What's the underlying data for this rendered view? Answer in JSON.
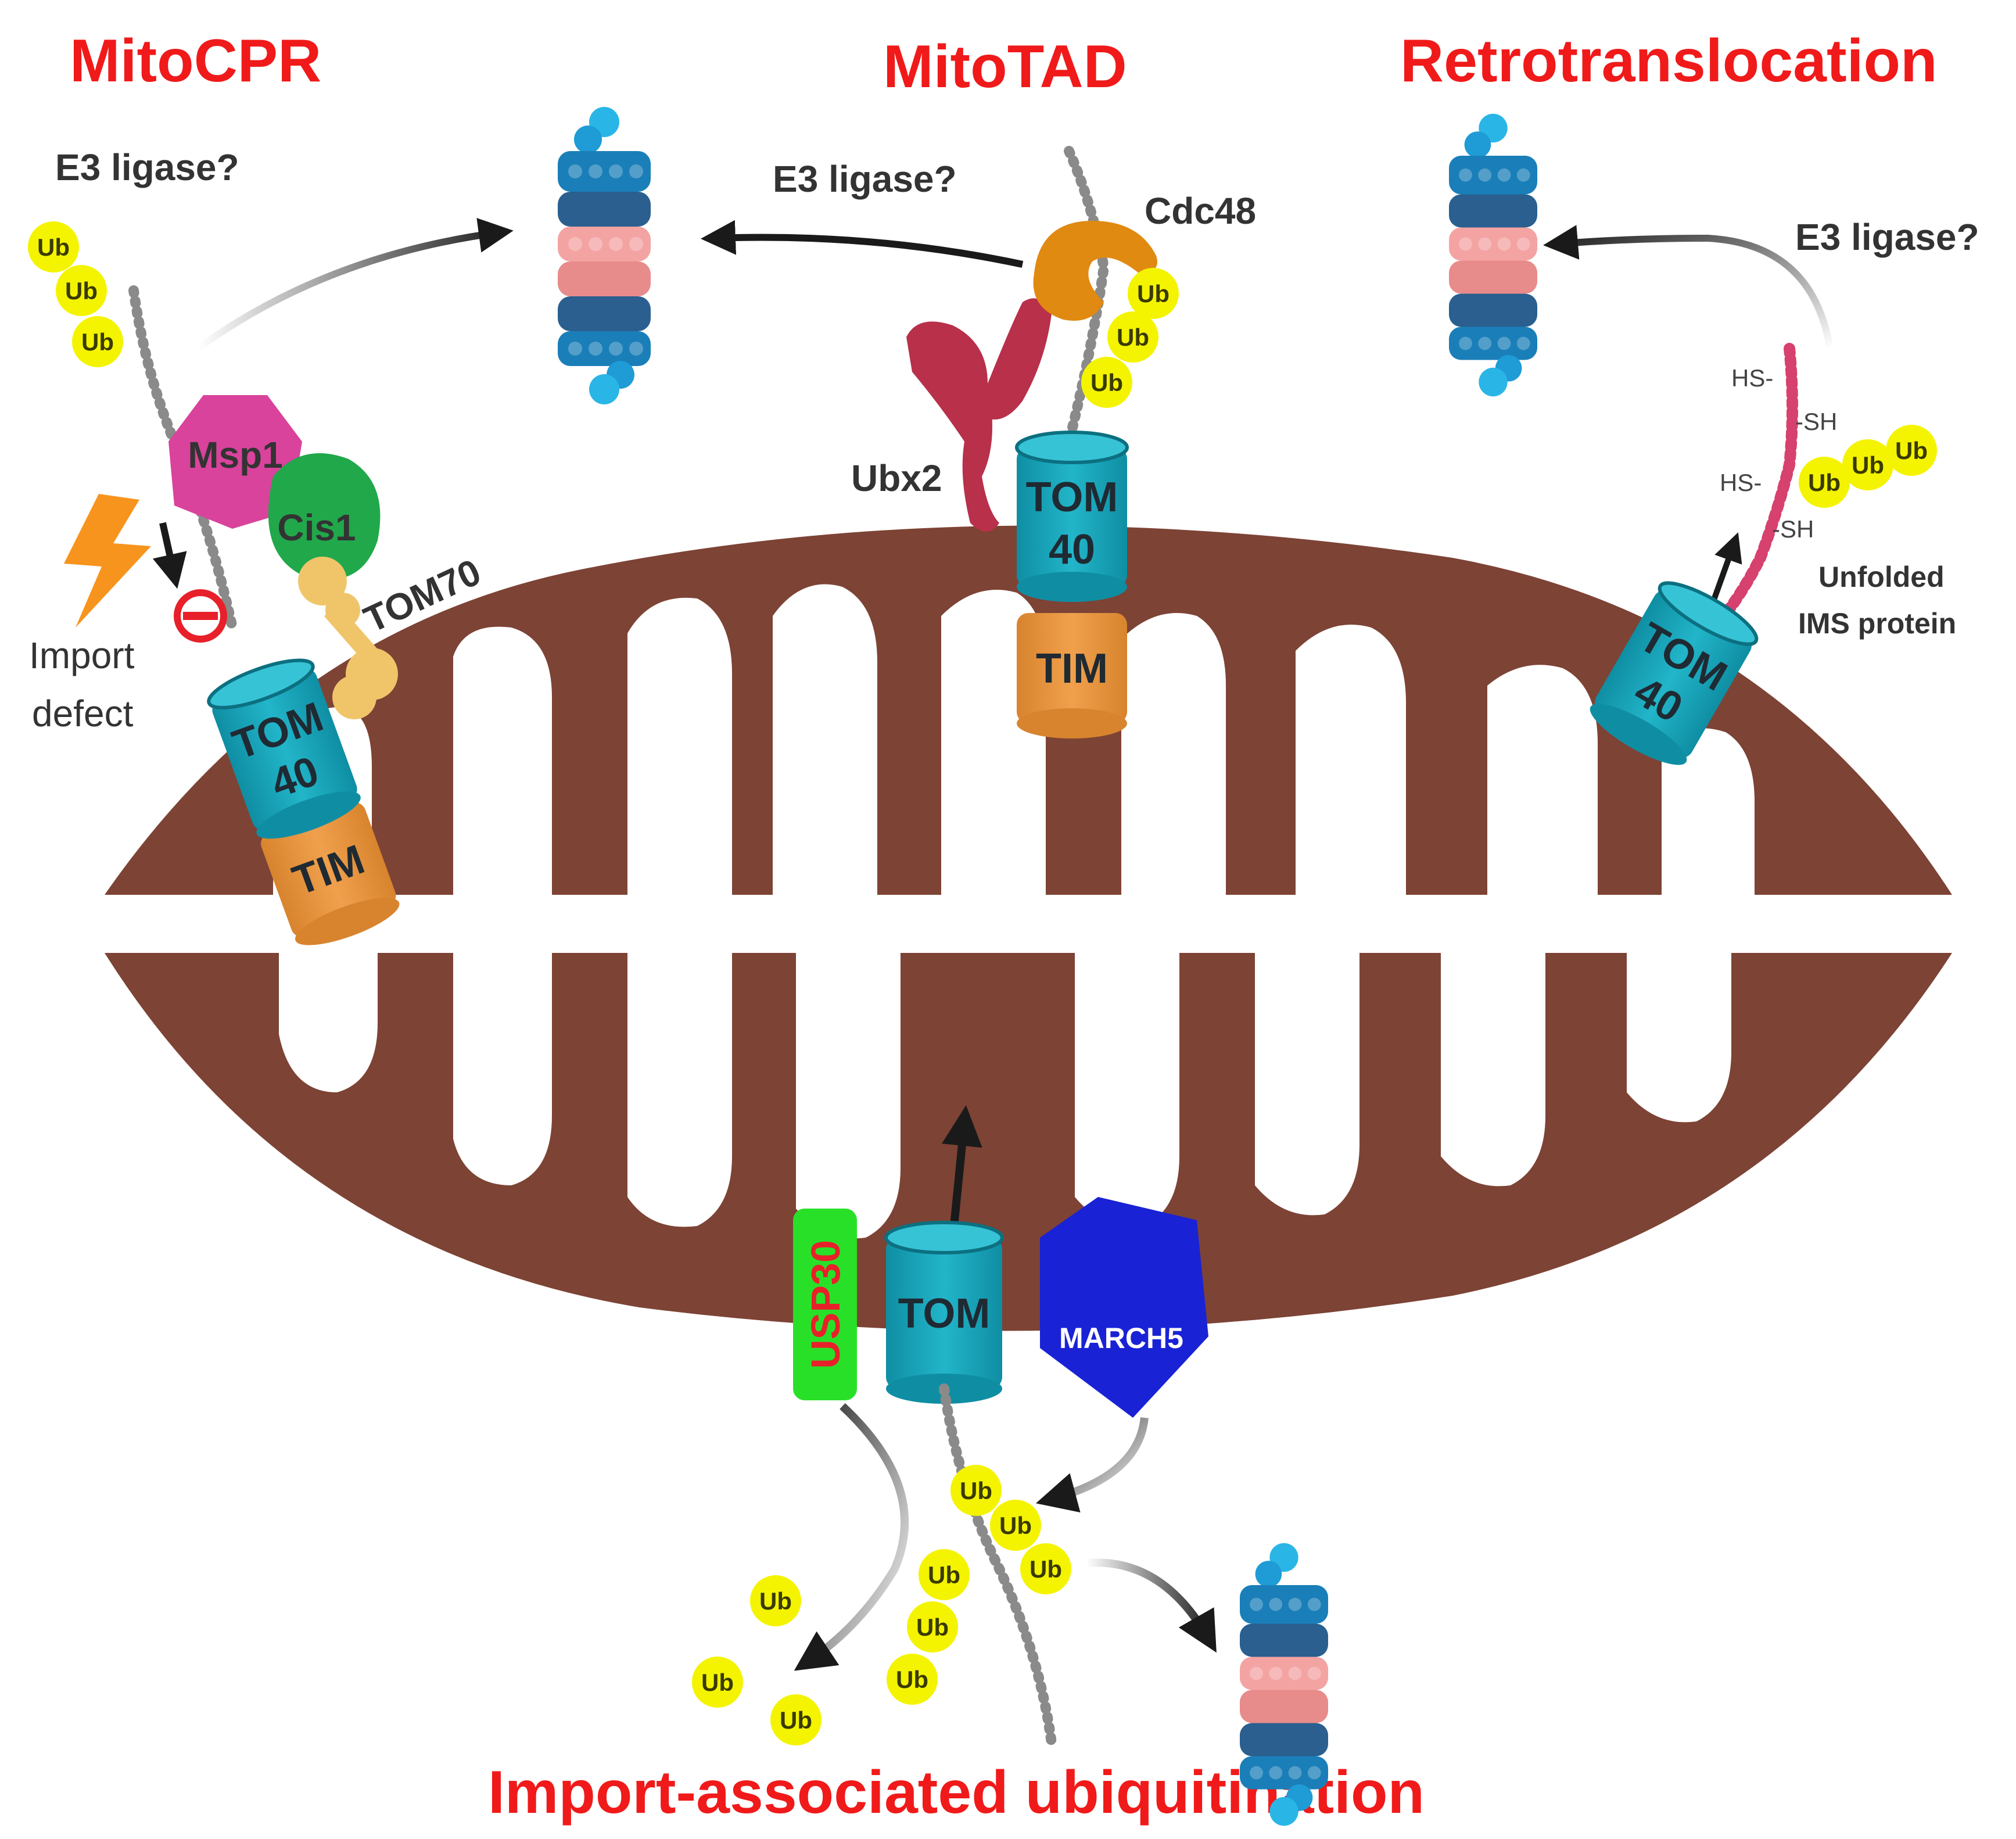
{
  "titles": {
    "mitocpr": "MitoCPR",
    "mitotad": "MitoTAD",
    "retro": "Retrotranslocation",
    "import_ubiq": "Import-associated ubiquitination"
  },
  "labels": {
    "e3_left": "E3 ligase?",
    "e3_mid": "E3 ligase?",
    "e3_right": "E3 ligase?",
    "cdc48": "Cdc48",
    "ubx2": "Ubx2",
    "msp1": "Msp1",
    "cis1": "Cis1",
    "tom70": "TOM70",
    "import_defect_1": "Import",
    "import_defect_2": "defect",
    "unfolded_1": "Unfolded",
    "unfolded_2": "IMS protein",
    "hs": "HS-",
    "sh": "-SH",
    "usp30": "USP30",
    "march5": "MARCH5",
    "tom": "TOM",
    "tom40_a": "TOM",
    "tom40_b": "40",
    "tim": "TIM",
    "ub": "Ub"
  },
  "colors": {
    "title_red": "#f01a1a",
    "mito_brown": "#7d4335",
    "tom_teal": "#1aa3b8",
    "tim_orange": "#e9963c",
    "ub_yellow": "#f4f400",
    "msp1_pink": "#d9439c",
    "cis1_green": "#21a84a",
    "tom70_tan": "#f0c56a",
    "cdc48_orange": "#e08a12",
    "ubx2_crimson": "#b8304a",
    "usp30_green": "#29e029",
    "march5_blue": "#1a22d6",
    "proteasome_blue": "#1f8fc8",
    "proteasome_pink": "#f09a9a"
  },
  "icons": [
    "lightning-icon",
    "no-entry-icon",
    "proteasome-icon",
    "ubiquitin-icon"
  ]
}
